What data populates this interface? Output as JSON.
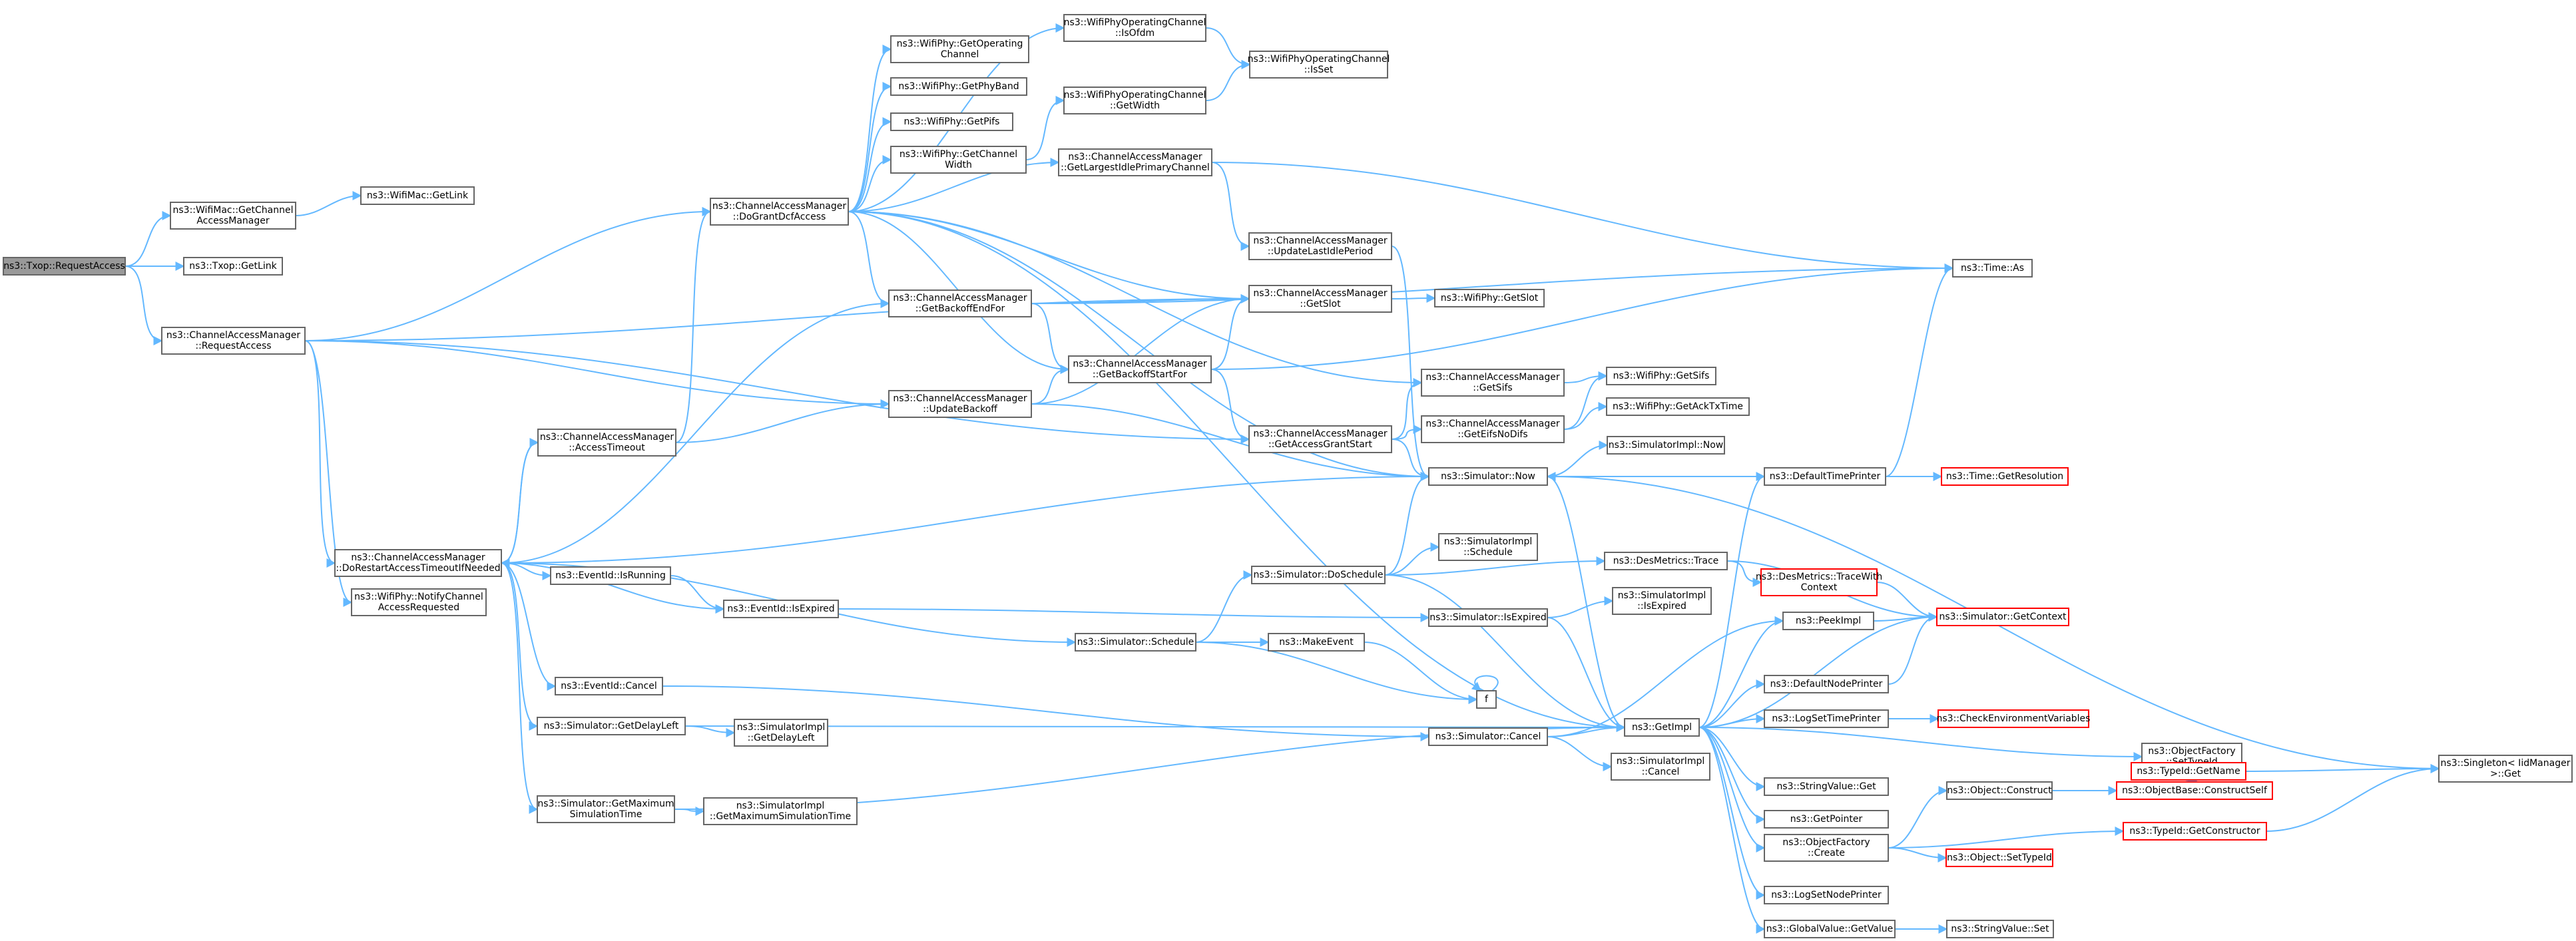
{
  "colors": {
    "edge": "#63b8ff",
    "node_border": "#666666",
    "root_fill": "#999999",
    "truncated_border": "#ff0000"
  },
  "nodes": [
    {
      "id": "root",
      "lines": [
        "ns3::Txop::RequestAccess"
      ],
      "root": true
    },
    {
      "id": "wifimac_getcam",
      "lines": [
        "ns3::WifiMac::GetChannel",
        "AccessManager"
      ]
    },
    {
      "id": "txop_getlink",
      "lines": [
        "ns3::Txop::GetLink"
      ]
    },
    {
      "id": "cam_requestaccess",
      "lines": [
        "ns3::ChannelAccessManager",
        "::RequestAccess"
      ]
    },
    {
      "id": "wifimac_getlink",
      "lines": [
        "ns3::WifiMac::GetLink"
      ]
    },
    {
      "id": "cam_dogrant",
      "lines": [
        "ns3::ChannelAccessManager",
        "::DoGrantDcfAccess"
      ]
    },
    {
      "id": "cam_accesstimeout",
      "lines": [
        "ns3::ChannelAccessManager",
        "::AccessTimeout"
      ]
    },
    {
      "id": "cam_dorestart",
      "lines": [
        "ns3::ChannelAccessManager",
        "::DoRestartAccessTimeoutIfNeeded"
      ]
    },
    {
      "id": "wifiphy_notify",
      "lines": [
        "ns3::WifiPhy::NotifyChannel",
        "AccessRequested"
      ]
    },
    {
      "id": "eventid_isrunning",
      "lines": [
        "ns3::EventId::IsRunning"
      ]
    },
    {
      "id": "eventid_isexpired",
      "lines": [
        "ns3::EventId::IsExpired"
      ]
    },
    {
      "id": "eventid_cancel",
      "lines": [
        "ns3::EventId::Cancel"
      ]
    },
    {
      "id": "sim_getdelayleft",
      "lines": [
        "ns3::Simulator::GetDelayLeft"
      ]
    },
    {
      "id": "sim_getmaxsimtime",
      "lines": [
        "ns3::Simulator::GetMaximum",
        "SimulationTime"
      ]
    },
    {
      "id": "simimpl_getdelayleft",
      "lines": [
        "ns3::SimulatorImpl",
        "::GetDelayLeft"
      ]
    },
    {
      "id": "simimpl_getmaxsimtime",
      "lines": [
        "ns3::SimulatorImpl",
        "::GetMaximumSimulationTime"
      ]
    },
    {
      "id": "wifiphy_getopch",
      "lines": [
        "ns3::WifiPhy::GetOperating",
        "Channel"
      ]
    },
    {
      "id": "wifiphy_getphyband",
      "lines": [
        "ns3::WifiPhy::GetPhyBand"
      ]
    },
    {
      "id": "wifiphy_getpifs",
      "lines": [
        "ns3::WifiPhy::GetPifs"
      ]
    },
    {
      "id": "wifiphy_getchwidth",
      "lines": [
        "ns3::WifiPhy::GetChannel",
        "Width"
      ]
    },
    {
      "id": "cam_getbackoffend",
      "lines": [
        "ns3::ChannelAccessManager",
        "::GetBackoffEndFor"
      ]
    },
    {
      "id": "cam_updatebackoff",
      "lines": [
        "ns3::ChannelAccessManager",
        "::UpdateBackoff"
      ]
    },
    {
      "id": "sim_schedule",
      "lines": [
        "ns3::Simulator::Schedule"
      ]
    },
    {
      "id": "wpoc_isofdm",
      "lines": [
        "ns3::WifiPhyOperatingChannel",
        "::IsOfdm"
      ]
    },
    {
      "id": "wpoc_getwidth",
      "lines": [
        "ns3::WifiPhyOperatingChannel",
        "::GetWidth"
      ]
    },
    {
      "id": "cam_getlargestidle",
      "lines": [
        "ns3::ChannelAccessManager",
        "::GetLargestIdlePrimaryChannel"
      ]
    },
    {
      "id": "cam_getbackoffstart",
      "lines": [
        "ns3::ChannelAccessManager",
        "::GetBackoffStartFor"
      ]
    },
    {
      "id": "sim_makeevent",
      "lines": [
        "ns3::MakeEvent"
      ]
    },
    {
      "id": "f",
      "lines": [
        "f"
      ]
    },
    {
      "id": "sim_doschedule",
      "lines": [
        "ns3::Simulator::DoSchedule"
      ]
    },
    {
      "id": "wpoc_isset",
      "lines": [
        "ns3::WifiPhyOperatingChannel",
        "::IsSet"
      ]
    },
    {
      "id": "cam_updatelastidle",
      "lines": [
        "ns3::ChannelAccessManager",
        "::UpdateLastIdlePeriod"
      ]
    },
    {
      "id": "cam_getslot",
      "lines": [
        "ns3::ChannelAccessManager",
        "::GetSlot"
      ]
    },
    {
      "id": "cam_getsifs",
      "lines": [
        "ns3::ChannelAccessManager",
        "::GetSifs"
      ]
    },
    {
      "id": "cam_getaccessgrant",
      "lines": [
        "ns3::ChannelAccessManager",
        "::GetAccessGrantStart"
      ]
    },
    {
      "id": "cam_geteifsnodifs",
      "lines": [
        "ns3::ChannelAccessManager",
        "::GetEifsNoDifs"
      ]
    },
    {
      "id": "sim_now",
      "lines": [
        "ns3::Simulator::Now"
      ]
    },
    {
      "id": "simimpl_schedule",
      "lines": [
        "ns3::SimulatorImpl",
        "::Schedule"
      ]
    },
    {
      "id": "sim_isexpired",
      "lines": [
        "ns3::Simulator::IsExpired"
      ]
    },
    {
      "id": "sim_cancel",
      "lines": [
        "ns3::Simulator::Cancel"
      ]
    },
    {
      "id": "wifiphy_getslot",
      "lines": [
        "ns3::WifiPhy::GetSlot"
      ]
    },
    {
      "id": "wifiphy_getsifs",
      "lines": [
        "ns3::WifiPhy::GetSifs"
      ]
    },
    {
      "id": "wifiphy_getacktx",
      "lines": [
        "ns3::WifiPhy::GetAckTxTime"
      ]
    },
    {
      "id": "simimpl_now",
      "lines": [
        "ns3::SimulatorImpl::Now"
      ]
    },
    {
      "id": "desmetrics_trace",
      "lines": [
        "ns3::DesMetrics::Trace"
      ]
    },
    {
      "id": "simimpl_isexpired",
      "lines": [
        "ns3::SimulatorImpl",
        "::IsExpired"
      ]
    },
    {
      "id": "getimpl",
      "lines": [
        "ns3::GetImpl"
      ]
    },
    {
      "id": "simimpl_cancel",
      "lines": [
        "ns3::SimulatorImpl",
        "::Cancel"
      ]
    },
    {
      "id": "time_as",
      "lines": [
        "ns3::Time::As"
      ]
    },
    {
      "id": "defaulttimeprinter",
      "lines": [
        "ns3::DefaultTimePrinter"
      ]
    },
    {
      "id": "desmetrics_tracewithctx",
      "lines": [
        "ns3::DesMetrics::TraceWith",
        "Context"
      ],
      "truncated": true
    },
    {
      "id": "peekimpl",
      "lines": [
        "ns3::PeekImpl"
      ]
    },
    {
      "id": "defaultnodeprinter",
      "lines": [
        "ns3::DefaultNodePrinter"
      ]
    },
    {
      "id": "logsettimeprinter",
      "lines": [
        "ns3::LogSetTimePrinter"
      ]
    },
    {
      "id": "stringvalue_get",
      "lines": [
        "ns3::StringValue::Get"
      ]
    },
    {
      "id": "getpointer",
      "lines": [
        "ns3::GetPointer"
      ]
    },
    {
      "id": "objfactory_create",
      "lines": [
        "ns3::ObjectFactory",
        "::Create"
      ]
    },
    {
      "id": "logsetnodeprinter",
      "lines": [
        "ns3::LogSetNodePrinter"
      ]
    },
    {
      "id": "globalvalue_getvalue",
      "lines": [
        "ns3::GlobalValue::GetValue"
      ]
    },
    {
      "id": "time_getresolution",
      "lines": [
        "ns3::Time::GetResolution"
      ],
      "truncated": true
    },
    {
      "id": "sim_getcontext",
      "lines": [
        "ns3::Simulator::GetContext"
      ],
      "truncated": true
    },
    {
      "id": "checkenvvars",
      "lines": [
        "ns3::CheckEnvironmentVariables"
      ],
      "truncated": true
    },
    {
      "id": "objfactory_settypeid",
      "lines": [
        "ns3::ObjectFactory",
        "::SetTypeId"
      ]
    },
    {
      "id": "object_construct",
      "lines": [
        "ns3::Object::Construct"
      ]
    },
    {
      "id": "object_settypeid",
      "lines": [
        "ns3::Object::SetTypeId"
      ],
      "truncated": true
    },
    {
      "id": "stringvalue_set",
      "lines": [
        "ns3::StringValue::Set"
      ]
    },
    {
      "id": "objectbase_constructself",
      "lines": [
        "ns3::ObjectBase::ConstructSelf"
      ],
      "truncated": true
    },
    {
      "id": "typeid_getconstructor",
      "lines": [
        "ns3::TypeId::GetConstructor"
      ],
      "truncated": true
    },
    {
      "id": "typeid_getname",
      "lines": [
        "ns3::TypeId::GetName"
      ],
      "truncated": true
    },
    {
      "id": "singleton_get",
      "lines": [
        "ns3::Singleton< IidManager",
        "  >::Get"
      ]
    }
  ],
  "edges": [
    [
      "root",
      "wifimac_getcam"
    ],
    [
      "root",
      "txop_getlink"
    ],
    [
      "root",
      "cam_requestaccess"
    ],
    [
      "wifimac_getcam",
      "wifimac_getlink"
    ],
    [
      "cam_requestaccess",
      "cam_dogrant"
    ],
    [
      "cam_requestaccess",
      "cam_dorestart"
    ],
    [
      "cam_requestaccess",
      "wifiphy_notify"
    ],
    [
      "cam_requestaccess",
      "cam_updatebackoff"
    ],
    [
      "cam_requestaccess",
      "cam_getaccessgrant"
    ],
    [
      "cam_requestaccess",
      "cam_getslot"
    ],
    [
      "cam_dogrant",
      "wifiphy_getopch"
    ],
    [
      "cam_dogrant",
      "wifiphy_getphyband"
    ],
    [
      "cam_dogrant",
      "wifiphy_getpifs"
    ],
    [
      "cam_dogrant",
      "wifiphy_getchwidth"
    ],
    [
      "cam_dogrant",
      "wpoc_isofdm"
    ],
    [
      "cam_dogrant",
      "cam_getlargestidle"
    ],
    [
      "cam_dogrant",
      "cam_getbackoffend"
    ],
    [
      "cam_dogrant",
      "cam_getslot"
    ],
    [
      "cam_dogrant",
      "cam_getsifs"
    ],
    [
      "cam_dogrant",
      "cam_getbackoffstart"
    ],
    [
      "cam_dogrant",
      "sim_now"
    ],
    [
      "cam_dogrant",
      "getimpl"
    ],
    [
      "cam_accesstimeout",
      "cam_dogrant"
    ],
    [
      "cam_accesstimeout",
      "cam_updatebackoff"
    ],
    [
      "cam_accesstimeout",
      "cam_dorestart"
    ],
    [
      "cam_dorestart",
      "cam_accesstimeout"
    ],
    [
      "cam_dorestart",
      "cam_getbackoffend"
    ],
    [
      "cam_dorestart",
      "sim_now"
    ],
    [
      "cam_dorestart",
      "eventid_isrunning"
    ],
    [
      "cam_dorestart",
      "eventid_isexpired"
    ],
    [
      "cam_dorestart",
      "eventid_cancel"
    ],
    [
      "cam_dorestart",
      "sim_getdelayleft"
    ],
    [
      "cam_dorestart",
      "sim_getmaxsimtime"
    ],
    [
      "cam_dorestart",
      "sim_schedule"
    ],
    [
      "eventid_isrunning",
      "eventid_isexpired"
    ],
    [
      "eventid_isexpired",
      "sim_isexpired"
    ],
    [
      "eventid_cancel",
      "sim_cancel"
    ],
    [
      "sim_getdelayleft",
      "simimpl_getdelayleft"
    ],
    [
      "sim_getdelayleft",
      "getimpl"
    ],
    [
      "sim_getmaxsimtime",
      "simimpl_getmaxsimtime"
    ],
    [
      "sim_getmaxsimtime",
      "getimpl"
    ],
    [
      "wifiphy_getchwidth",
      "wpoc_getwidth"
    ],
    [
      "wpoc_isofdm",
      "wpoc_isset"
    ],
    [
      "wpoc_getwidth",
      "wpoc_isset"
    ],
    [
      "cam_getlargestidle",
      "cam_updatelastidle"
    ],
    [
      "cam_getlargestidle",
      "time_as"
    ],
    [
      "cam_getbackoffend",
      "cam_getbackoffstart"
    ],
    [
      "cam_getbackoffend",
      "cam_getslot"
    ],
    [
      "cam_getbackoffend",
      "time_as"
    ],
    [
      "cam_updatebackoff",
      "cam_getbackoffstart"
    ],
    [
      "cam_updatebackoff",
      "cam_getslot"
    ],
    [
      "cam_updatebackoff",
      "sim_now"
    ],
    [
      "cam_getbackoffstart",
      "cam_getslot"
    ],
    [
      "cam_getbackoffstart",
      "cam_getaccessgrant"
    ],
    [
      "cam_getbackoffstart",
      "time_as"
    ],
    [
      "cam_updatelastidle",
      "sim_now"
    ],
    [
      "cam_getslot",
      "wifiphy_getslot"
    ],
    [
      "cam_getaccessgrant",
      "cam_getsifs"
    ],
    [
      "cam_getaccessgrant",
      "cam_geteifsnodifs"
    ],
    [
      "cam_getaccessgrant",
      "sim_now"
    ],
    [
      "cam_getsifs",
      "wifiphy_getsifs"
    ],
    [
      "cam_geteifsnodifs",
      "wifiphy_getsifs"
    ],
    [
      "cam_geteifsnodifs",
      "wifiphy_getacktx"
    ],
    [
      "sim_schedule",
      "sim_doschedule"
    ],
    [
      "sim_schedule",
      "sim_makeevent"
    ],
    [
      "sim_schedule",
      "f"
    ],
    [
      "sim_makeevent",
      "f"
    ],
    [
      "f",
      "f"
    ],
    [
      "sim_doschedule",
      "sim_now"
    ],
    [
      "sim_doschedule",
      "simimpl_schedule"
    ],
    [
      "sim_doschedule",
      "desmetrics_trace"
    ],
    [
      "sim_doschedule",
      "getimpl"
    ],
    [
      "sim_now",
      "simimpl_now"
    ],
    [
      "sim_now",
      "getimpl"
    ],
    [
      "sim_now",
      "singleton_get"
    ],
    [
      "sim_isexpired",
      "simimpl_isexpired"
    ],
    [
      "sim_isexpired",
      "getimpl"
    ],
    [
      "sim_cancel",
      "simimpl_cancel"
    ],
    [
      "sim_cancel",
      "getimpl"
    ],
    [
      "sim_cancel",
      "peekimpl"
    ],
    [
      "desmetrics_trace",
      "desmetrics_tracewithctx"
    ],
    [
      "desmetrics_trace",
      "sim_getcontext"
    ],
    [
      "desmetrics_tracewithctx",
      "sim_getcontext"
    ],
    [
      "getimpl",
      "defaulttimeprinter"
    ],
    [
      "getimpl",
      "peekimpl"
    ],
    [
      "getimpl",
      "defaultnodeprinter"
    ],
    [
      "getimpl",
      "logsettimeprinter"
    ],
    [
      "getimpl",
      "stringvalue_get"
    ],
    [
      "getimpl",
      "getpointer"
    ],
    [
      "getimpl",
      "objfactory_create"
    ],
    [
      "getimpl",
      "logsetnodeprinter"
    ],
    [
      "getimpl",
      "globalvalue_getvalue"
    ],
    [
      "getimpl",
      "objfactory_settypeid"
    ],
    [
      "getimpl",
      "sim_getcontext"
    ],
    [
      "defaulttimeprinter",
      "sim_now"
    ],
    [
      "defaulttimeprinter",
      "time_as"
    ],
    [
      "defaulttimeprinter",
      "time_getresolution"
    ],
    [
      "peekimpl",
      "sim_getcontext"
    ],
    [
      "defaultnodeprinter",
      "sim_getcontext"
    ],
    [
      "logsettimeprinter",
      "checkenvvars"
    ],
    [
      "objfactory_create",
      "object_construct"
    ],
    [
      "objfactory_create",
      "object_settypeid"
    ],
    [
      "objfactory_create",
      "typeid_getconstructor"
    ],
    [
      "object_construct",
      "objectbase_constructself"
    ],
    [
      "globalvalue_getvalue",
      "stringvalue_set"
    ],
    [
      "objfactory_settypeid",
      "typeid_getname"
    ],
    [
      "objectbase_constructself",
      "typeid_getname"
    ],
    [
      "typeid_getname",
      "singleton_get"
    ],
    [
      "typeid_getconstructor",
      "singleton_get"
    ]
  ]
}
